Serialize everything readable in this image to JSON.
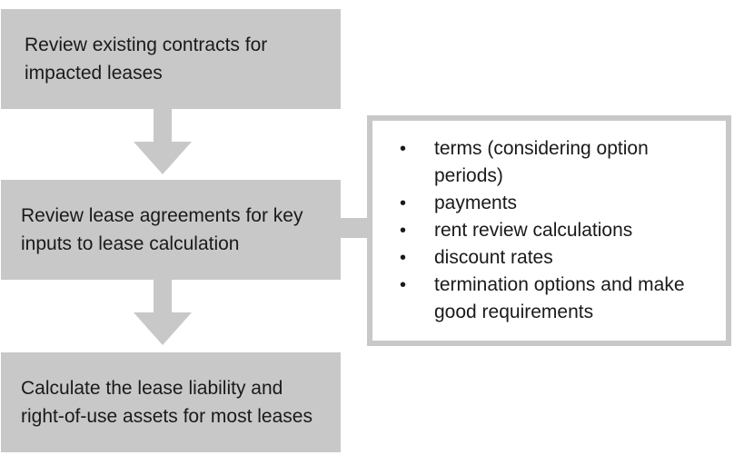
{
  "steps": [
    {
      "text": "Review existing contracts for impacted leases"
    },
    {
      "text": "Review lease agreements for key inputs to lease calculation"
    },
    {
      "text": "Calculate the lease liability and right-of-use assets for most leases"
    }
  ],
  "detail_box": {
    "items": [
      "terms (considering option periods)",
      "payments",
      "rent review calculations",
      "discount rates",
      "termination options and make good requirements"
    ]
  },
  "colors": {
    "box_fill": "#c8c8c8",
    "text": "#1a1a1a",
    "background": "#ffffff"
  }
}
